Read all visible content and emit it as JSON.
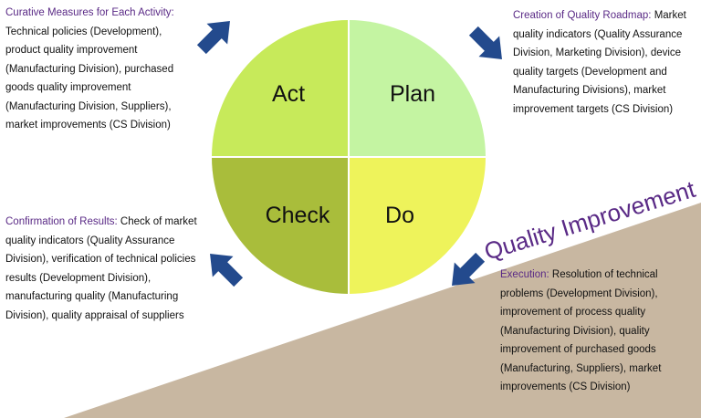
{
  "quadrants": {
    "act": "Act",
    "plan": "Plan",
    "check": "Check",
    "do": "Do"
  },
  "banner": "Quality Improvement",
  "blocks": {
    "act": {
      "heading": "Curative Measures for Each Activity:",
      "body": " Technical policies (Development), product quality improvement (Manufacturing Division), purchased goods quality improvement (Manufacturing Division, Suppliers), market improvements (CS Division)"
    },
    "plan": {
      "heading": "Creation of Quality Roadmap:",
      "body": " Market quality indicators (Quality Assurance Division, Marketing Division), device quality targets (Development and Manufacturing Divisions), market improvement targets (CS Division)"
    },
    "check": {
      "heading": "Confirmation of Results:",
      "body": " Check of market quality indicators (Quality Assurance Division), verification of technical policies results (Development Division), manufacturing quality (Manufacturing Division), quality appraisal of suppliers"
    },
    "do": {
      "heading": "Execution:",
      "body": " Resolution of technical problems (Development Division), improvement of process quality (Manufacturing Division), quality improvement of purchased goods (Manufacturing, Suppliers), market improvements (CS Division)"
    }
  },
  "colors": {
    "act_fill": "#c7ea5a",
    "plan_fill": "#c4f4a2",
    "check_fill": "#a9bd3b",
    "do_fill": "#eef35b",
    "wedge": "#c8b7a1",
    "arrow": "#234a8d",
    "heading_text": "#5a2a86"
  }
}
